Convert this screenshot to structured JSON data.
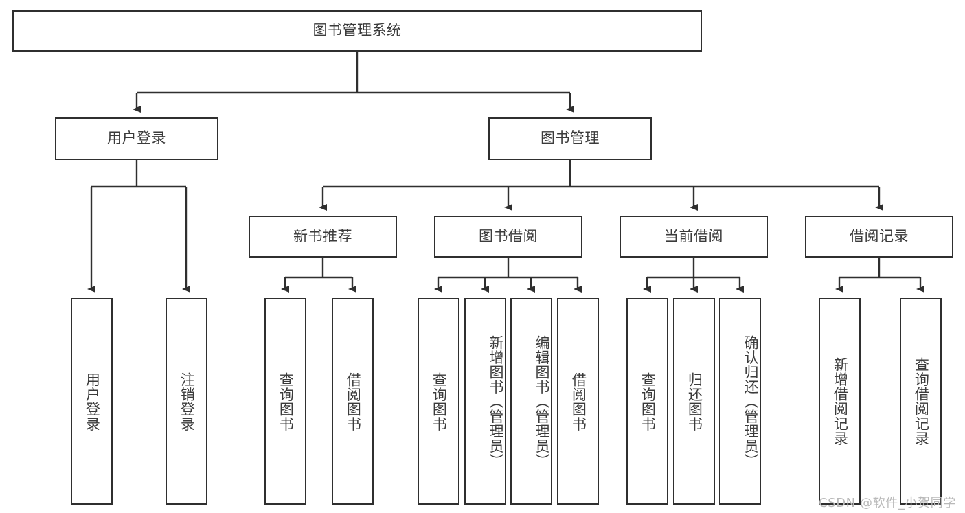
{
  "diagram": {
    "title": "图书管理系统",
    "type": "tree",
    "watermark": "CSDN @软件_小贺同学",
    "colors": {
      "box_border": "#2f2f2f",
      "box_fill": "#ffffff",
      "edge": "#2f2f2f",
      "text": "#3b3b3b",
      "watermark": "#b9b9b9"
    },
    "nodes": {
      "root": {
        "label": "图书管理系统",
        "level": 1,
        "orient": "horizontal"
      },
      "level2": [
        {
          "id": "user-login",
          "label": "用户登录",
          "orient": "horizontal"
        },
        {
          "id": "book-manage",
          "label": "图书管理",
          "orient": "horizontal"
        }
      ],
      "level3": [
        {
          "id": "new-book-recommend",
          "label": "新书推荐",
          "orient": "horizontal",
          "parent": "book-manage"
        },
        {
          "id": "book-borrow",
          "label": "图书借阅",
          "orient": "horizontal",
          "parent": "book-manage"
        },
        {
          "id": "current-borrow",
          "label": "当前借阅",
          "orient": "horizontal",
          "parent": "book-manage"
        },
        {
          "id": "borrow-record",
          "label": "借阅记录",
          "orient": "horizontal",
          "parent": "book-manage"
        }
      ],
      "leaves": [
        {
          "id": "leaf-user-login",
          "label": "用户登录",
          "parent": "user-login",
          "orient": "vertical"
        },
        {
          "id": "leaf-user-logout",
          "label": "注销登录",
          "parent": "user-login",
          "orient": "vertical"
        },
        {
          "id": "leaf-query-book-1",
          "label": "查询图书",
          "parent": "new-book-recommend",
          "orient": "vertical"
        },
        {
          "id": "leaf-borrow-book-1",
          "label": "借阅图书",
          "parent": "new-book-recommend",
          "orient": "vertical"
        },
        {
          "id": "leaf-query-book-2",
          "label": "查询图书",
          "parent": "book-borrow",
          "orient": "vertical"
        },
        {
          "id": "leaf-add-book",
          "label": "新增图书（管理员）",
          "parent": "book-borrow",
          "orient": "vertical"
        },
        {
          "id": "leaf-edit-book",
          "label": "编辑图书（管理员）",
          "parent": "book-borrow",
          "orient": "vertical"
        },
        {
          "id": "leaf-borrow-book-2",
          "label": "借阅图书",
          "parent": "book-borrow",
          "orient": "vertical"
        },
        {
          "id": "leaf-query-book-3",
          "label": "查询图书",
          "parent": "current-borrow",
          "orient": "vertical"
        },
        {
          "id": "leaf-return-book",
          "label": "归还图书",
          "parent": "current-borrow",
          "orient": "vertical"
        },
        {
          "id": "leaf-confirm-return",
          "label": "确认归还（管理员）",
          "parent": "current-borrow",
          "orient": "vertical"
        },
        {
          "id": "leaf-add-record",
          "label": "新增借阅记录",
          "parent": "borrow-record",
          "orient": "vertical"
        },
        {
          "id": "leaf-query-record",
          "label": "查询借阅记录",
          "parent": "borrow-record",
          "orient": "vertical"
        }
      ]
    }
  }
}
